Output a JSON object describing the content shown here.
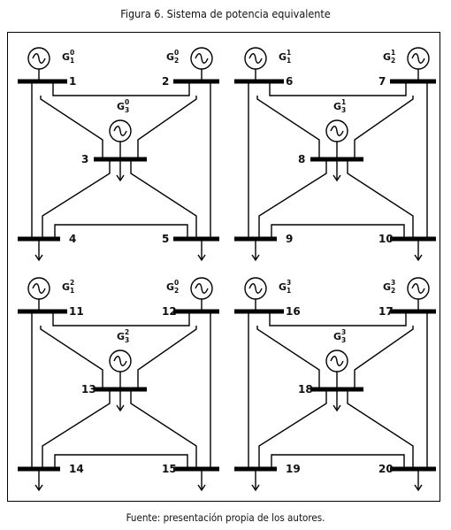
{
  "title": "Figura 6. Sistema de potencia equivalente",
  "source": "Fuente: presentación propia de los autores.",
  "generator_letter": "G",
  "systems": [
    {
      "gens": [
        {
          "sup": "0",
          "sub": "1"
        },
        {
          "sup": "0",
          "sub": "2"
        },
        {
          "sup": "0",
          "sub": "3"
        }
      ],
      "buses": [
        "1",
        "2",
        "3",
        "4",
        "5"
      ]
    },
    {
      "gens": [
        {
          "sup": "1",
          "sub": "1"
        },
        {
          "sup": "1",
          "sub": "2"
        },
        {
          "sup": "1",
          "sub": "3"
        }
      ],
      "buses": [
        "6",
        "7",
        "8",
        "9",
        "10"
      ]
    },
    {
      "gens": [
        {
          "sup": "2",
          "sub": "1"
        },
        {
          "sup": "0",
          "sub": "2"
        },
        {
          "sup": "2",
          "sub": "3"
        }
      ],
      "buses": [
        "11",
        "12",
        "13",
        "14",
        "15"
      ]
    },
    {
      "gens": [
        {
          "sup": "3",
          "sub": "1"
        },
        {
          "sup": "3",
          "sub": "2"
        },
        {
          "sup": "3",
          "sub": "3"
        }
      ],
      "buses": [
        "16",
        "17",
        "18",
        "19",
        "20"
      ]
    }
  ]
}
